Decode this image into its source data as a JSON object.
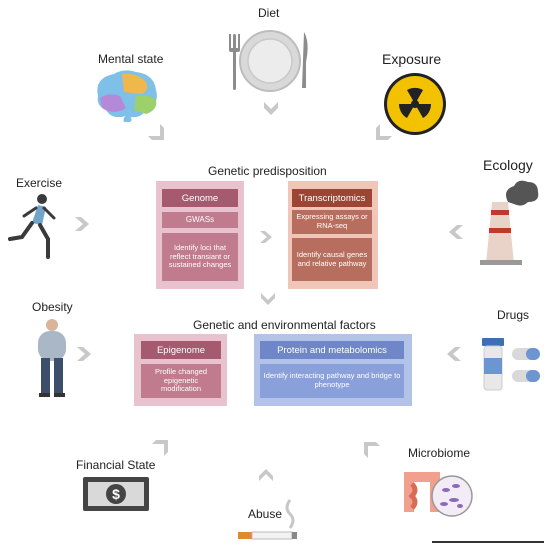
{
  "factors": {
    "diet": "Diet",
    "mental_state": "Mental state",
    "exposure": "Exposure",
    "exercise": "Exercise",
    "ecology": "Ecology",
    "obesity": "Obesity",
    "drugs": "Drugs",
    "financial_state": "Financial State",
    "microbiome": "Microbiome",
    "abuse": "Abuse"
  },
  "genetic_predisposition": {
    "title": "Genetic predisposition",
    "genome": {
      "header": "Genome",
      "items": [
        "GWASs",
        "Identify loci that reflect transiant or sustained changes"
      ]
    },
    "transcriptomics": {
      "header": "Transcriptomics",
      "items": [
        "Expressing assays or RNA-seq",
        "Identify causal genes and relative pathway"
      ]
    }
  },
  "genetic_environmental": {
    "title": "Genetic and environmental factors",
    "epigenome": {
      "header": "Epigenome",
      "items": [
        "Profile changed epigenetic modification"
      ]
    },
    "protein": {
      "header": "Protein and metabolomics",
      "items": [
        "Identify interacting pathway and bridge to phenotype"
      ]
    }
  },
  "colors": {
    "genome_box": "#e8c3cd",
    "genome_header": "#a55a70",
    "genome_cell": "#c07b8e",
    "trans_box": "#f0c6b8",
    "trans_header": "#9c4535",
    "trans_cell": "#b86e5e",
    "epi_box": "#e8c3cd",
    "protein_box": "#b3c3e8",
    "protein_header": "#6f86c9",
    "protein_cell": "#8aa0da",
    "arrow": "#c8c8c8"
  }
}
